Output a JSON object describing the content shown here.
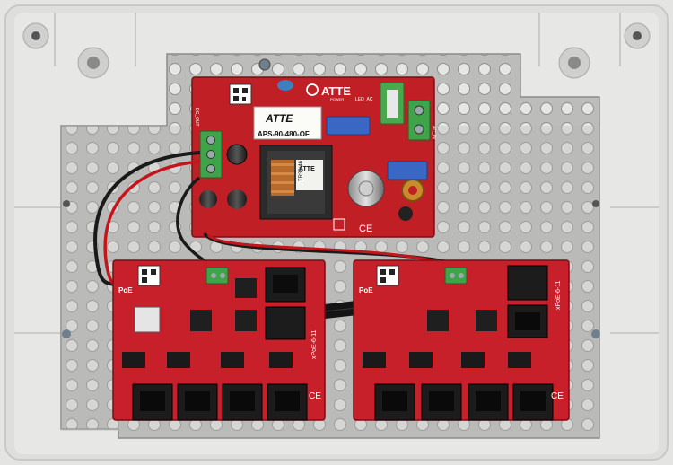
{
  "psu": {
    "brand": "ATTE",
    "brand_sub": "POWER",
    "model": "APS-90-480-OF",
    "transformer_brand": "ATTE",
    "transformer_model": "TR30/46",
    "label_led_ac": "LED_AC",
    "label_ac_in": "AC_IN",
    "label_dc_out": "DC_OUT"
  },
  "switch_left": {
    "label_poe": "PoE",
    "model": "xPoE-6-11"
  },
  "switch_right": {
    "label_poe": "PoE",
    "model": "xPoE-6-11"
  },
  "colors": {
    "enclosure": "#e4e4e2",
    "backplate": "#b9b9b7",
    "pcb_red": "#c8202a",
    "terminal_green": "#3fa34a",
    "rj45_black": "#1c1c1c"
  }
}
